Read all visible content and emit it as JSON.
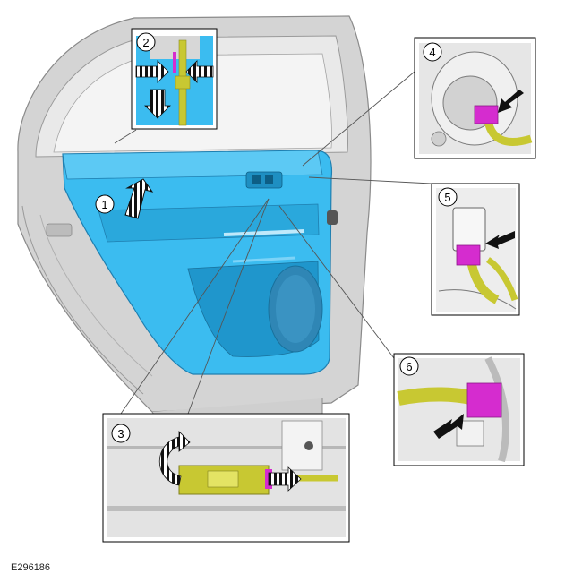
{
  "figure_id": "E296186",
  "callouts": {
    "c1": "1",
    "c2": "2",
    "c3": "3",
    "c4": "4",
    "c5": "5",
    "c6": "6"
  },
  "colors": {
    "door_panel": "#3bbcf0",
    "door_panel_dark": "#1f8fc4",
    "body_gray": "#d4d4d4",
    "harness_yellow": "#c8c832",
    "connector_magenta": "#d52ccf",
    "arrow_black": "#111111"
  }
}
